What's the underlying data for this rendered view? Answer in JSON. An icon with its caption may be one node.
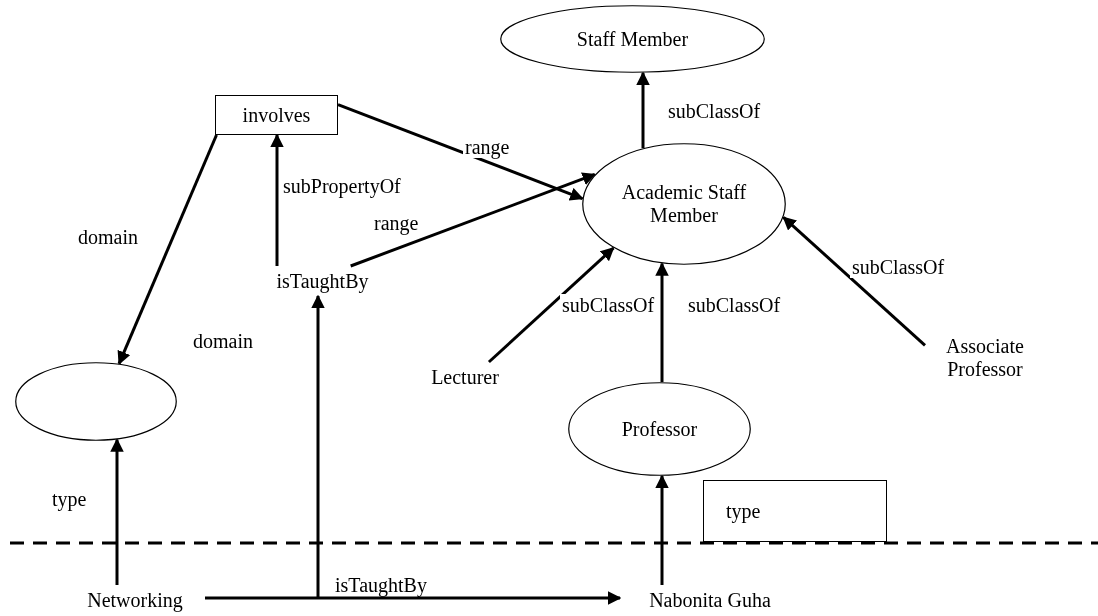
{
  "diagram": {
    "nodes": [
      {
        "text": [
          "Staff Member"
        ]
      },
      {
        "text": [
          "involves"
        ]
      },
      {
        "text": [
          "Academic Staff Member"
        ]
      },
      {
        "text": [
          "isTaughtBy"
        ]
      },
      {
        "text": [
          "Lecturer"
        ]
      },
      {
        "text": [
          "Associate Professor"
        ]
      },
      {
        "text": [],
        "shape": "ellipse"
      },
      {
        "text": [
          "Professor"
        ]
      },
      {
        "text": [
          "type"
        ]
      },
      {
        "text": [
          "Networking"
        ]
      },
      {
        "text": [
          "Nabonita Guha"
        ]
      }
    ],
    "edges": [
      {
        "from": 2,
        "to": 0,
        "arrow": "to",
        "label": "subClassOf"
      },
      {
        "from": 1,
        "to": 2,
        "arrow": "to",
        "label": "range"
      },
      {
        "from": 3,
        "to": 1,
        "arrow": "to",
        "label": "subPropertyOf"
      },
      {
        "from": 3,
        "to": 2,
        "arrow": "to",
        "label": "range"
      },
      {
        "from": 1,
        "to": 6,
        "arrow": "to",
        "label": "domain"
      },
      {
        "from": 4,
        "to": 2,
        "arrow": "to",
        "label": "subClassOf"
      },
      {
        "from": 7,
        "to": 2,
        "arrow": "to",
        "label": "subClassOf"
      },
      {
        "from": 5,
        "to": 2,
        "arrow": "to",
        "label": "subClassOf"
      },
      {
        "from": 9,
        "to": 6,
        "arrow": "to",
        "label": "type"
      },
      {
        "from": 10,
        "to": 7,
        "arrow": "to"
      },
      {
        "from": 9,
        "to": 10,
        "arrow": "to",
        "label": "isTaughtBy"
      },
      {
        "from": null,
        "to": 3,
        "arrow": "to"
      }
    ],
    "labels": [
      "domain"
    ]
  }
}
